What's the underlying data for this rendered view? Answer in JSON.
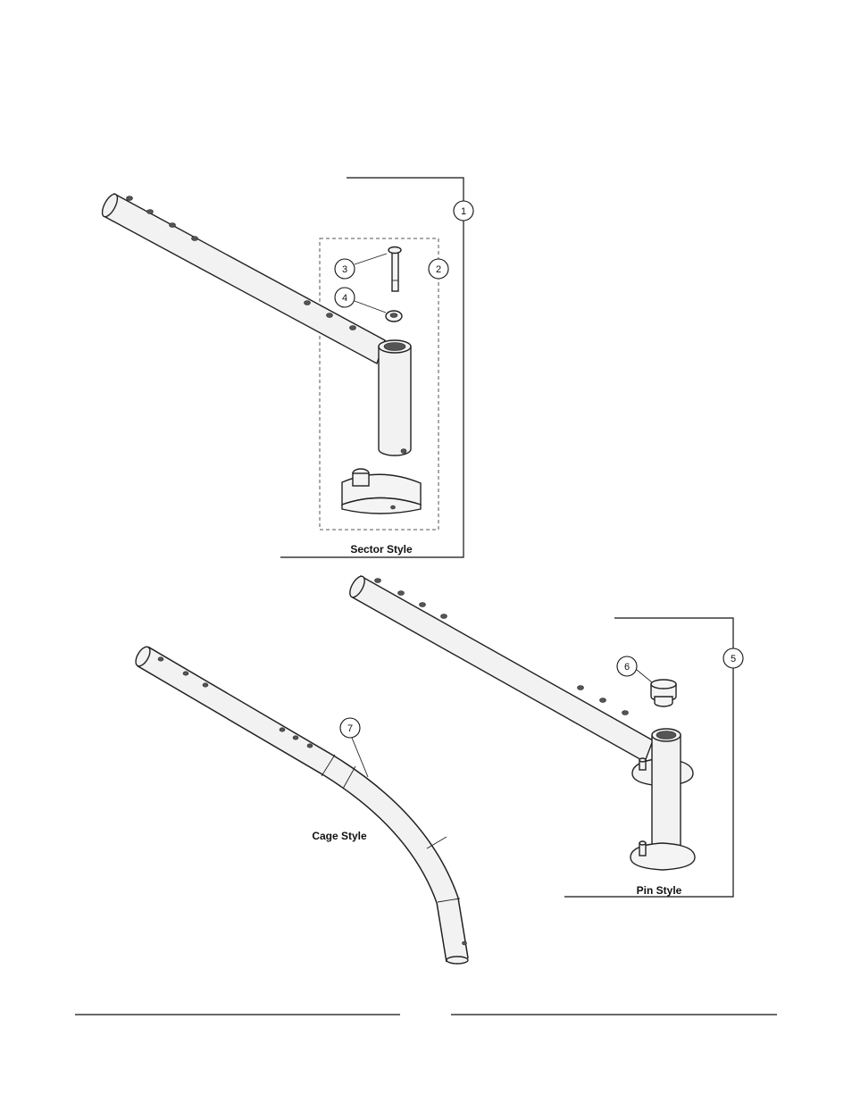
{
  "callouts": {
    "c1": "1",
    "c2": "2",
    "c3": "3",
    "c4": "4",
    "c5": "5",
    "c6": "6",
    "c7": "7"
  },
  "labels": {
    "sector_style": "Sector Style",
    "cage_style": "Cage Style",
    "pin_style": "Pin Style"
  }
}
